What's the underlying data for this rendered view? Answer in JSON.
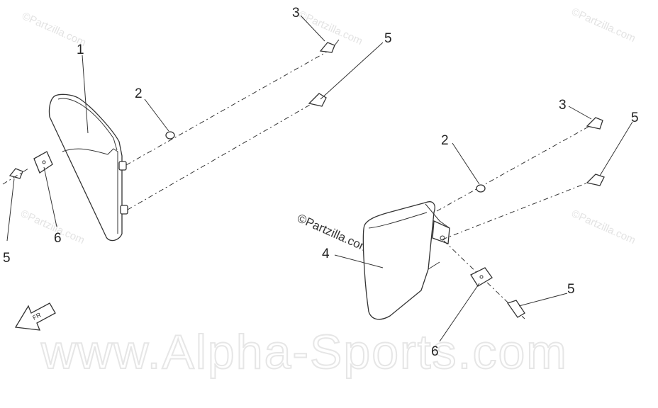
{
  "watermarks": {
    "partzilla": "©Partzilla.com",
    "alpha": "www.Alpha-Sports.com"
  },
  "callouts": {
    "left_1": "1",
    "left_2": "2",
    "left_3": "3",
    "left_5_top": "5",
    "left_5_bottom": "5",
    "left_6": "6",
    "right_2": "2",
    "right_3": "3",
    "right_4": "4",
    "right_5_top": "5",
    "right_5_bottom": "5",
    "right_6": "6"
  },
  "front_arrow_label": "FR"
}
